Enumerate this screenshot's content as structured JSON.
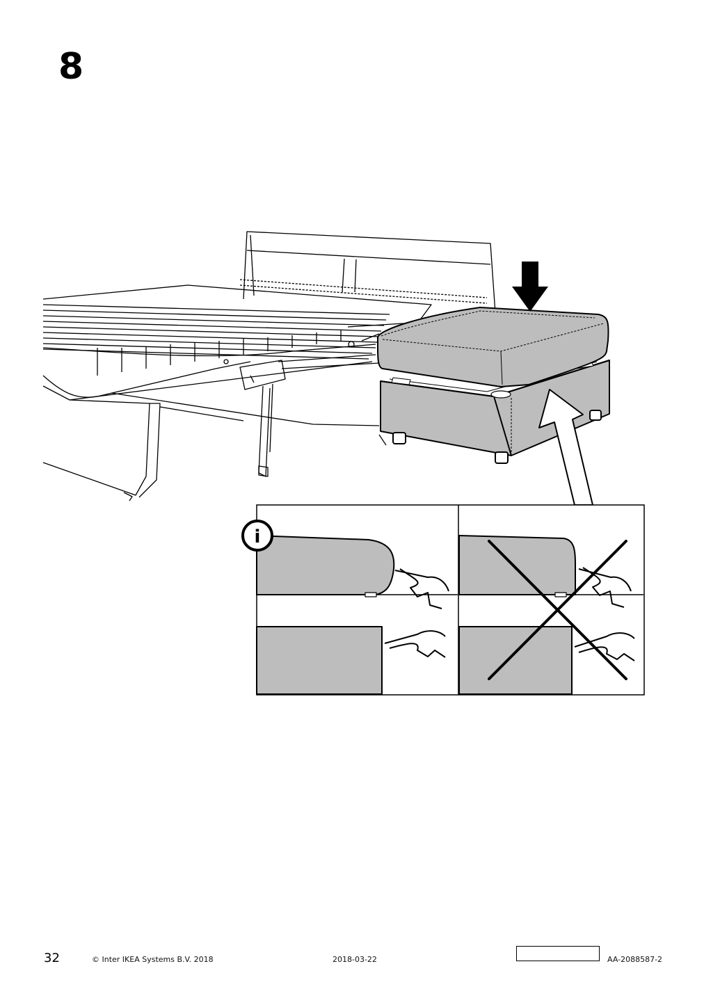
{
  "step": {
    "number": "8"
  },
  "illustration": {
    "main_scene": "sofa-bed-with-ottoman",
    "inset_left": {
      "badge_icon": "info-icon",
      "badge_text": "i"
    },
    "inset_right": {
      "mark": "cross-out"
    },
    "colors": {
      "fill": "#bdbdbd",
      "line": "#000000",
      "background": "#ffffff"
    }
  },
  "footer": {
    "page_number": "32",
    "copyright": "© Inter IKEA Systems B.V. 2018",
    "date": "2018-03-22",
    "document_code": "AA-2088587-2"
  }
}
